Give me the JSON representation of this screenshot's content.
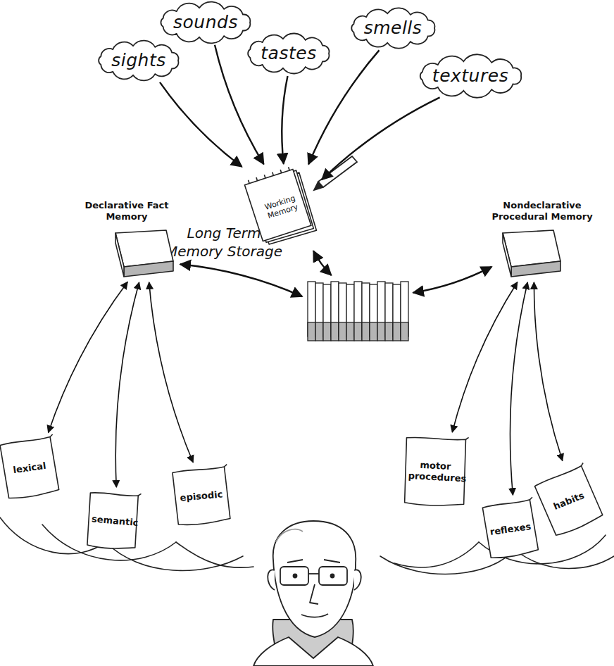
{
  "diagram": {
    "nodes": [
      {
        "text": [
          "sights"
        ]
      },
      {
        "text": [
          "sounds"
        ]
      },
      {
        "text": [
          "tastes"
        ]
      },
      {
        "text": [
          "smells"
        ]
      },
      {
        "text": [
          "textures"
        ]
      },
      {
        "text": [
          "Working Memory"
        ]
      },
      {
        "text": [
          "Long Term Memory Storage"
        ]
      },
      {
        "text": [
          "Declarative Fact Memory"
        ]
      },
      {
        "text": [
          "lexical"
        ]
      },
      {
        "text": [
          "semantic"
        ]
      },
      {
        "text": [
          "episodic"
        ]
      },
      {
        "text": [
          "Nondeclarative Procedural Memory"
        ]
      },
      {
        "text": [
          "motor procedures"
        ]
      },
      {
        "text": [
          "reflexes"
        ]
      },
      {
        "text": [
          "habits"
        ]
      }
    ],
    "edges": [
      {
        "from": 0,
        "to": 5,
        "arrow": "to"
      },
      {
        "from": 1,
        "to": 5,
        "arrow": "to"
      },
      {
        "from": 2,
        "to": 5,
        "arrow": "to"
      },
      {
        "from": 3,
        "to": 5,
        "arrow": "to"
      },
      {
        "from": 4,
        "to": 5,
        "arrow": "to"
      },
      {
        "from": 5,
        "to": 6,
        "arrow": "both"
      },
      {
        "from": 6,
        "to": 7,
        "arrow": "both"
      },
      {
        "from": 6,
        "to": 11,
        "arrow": "both"
      },
      {
        "from": 7,
        "to": 8,
        "arrow": "both"
      },
      {
        "from": 7,
        "to": 9,
        "arrow": "both"
      },
      {
        "from": 7,
        "to": 10,
        "arrow": "both"
      },
      {
        "from": 11,
        "to": 12,
        "arrow": "both"
      },
      {
        "from": 11,
        "to": 13,
        "arrow": "both"
      },
      {
        "from": 11,
        "to": 14,
        "arrow": "both"
      }
    ]
  }
}
